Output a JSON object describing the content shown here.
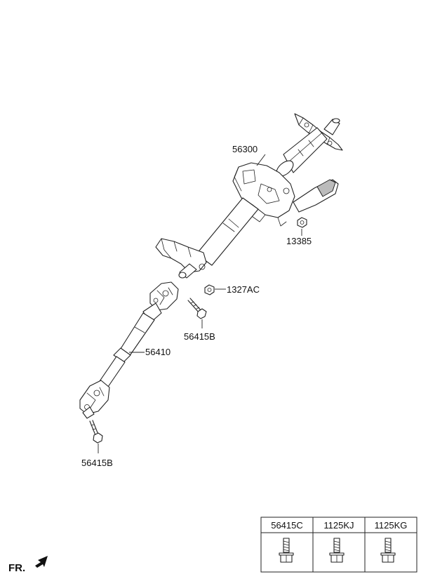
{
  "parts": [
    {
      "id": "p1",
      "number": "56300"
    },
    {
      "id": "p2",
      "number": "13385"
    },
    {
      "id": "p3",
      "number": "1327AC"
    },
    {
      "id": "p4",
      "number": "56415B"
    },
    {
      "id": "p5",
      "number": "56410"
    },
    {
      "id": "p6",
      "number": "56415B"
    }
  ],
  "legend_table": {
    "columns": [
      "56415C",
      "1125KJ",
      "1125KG"
    ]
  },
  "direction_label": "FR."
}
